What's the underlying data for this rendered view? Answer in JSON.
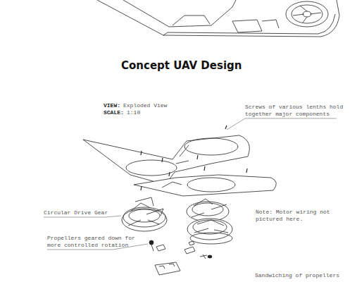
{
  "diagram": {
    "title": "Concept UAV Design",
    "labels": [
      "VIEW:",
      "Exploded View",
      "SCALE:",
      "1:10",
      "Screws of various lenths hold together major components",
      "Circular Drive Gear",
      "Note: Motor wiring not pictured here.",
      "Propellers geared down for more controlled rotation",
      "Sandwiching of propellers"
    ]
  }
}
